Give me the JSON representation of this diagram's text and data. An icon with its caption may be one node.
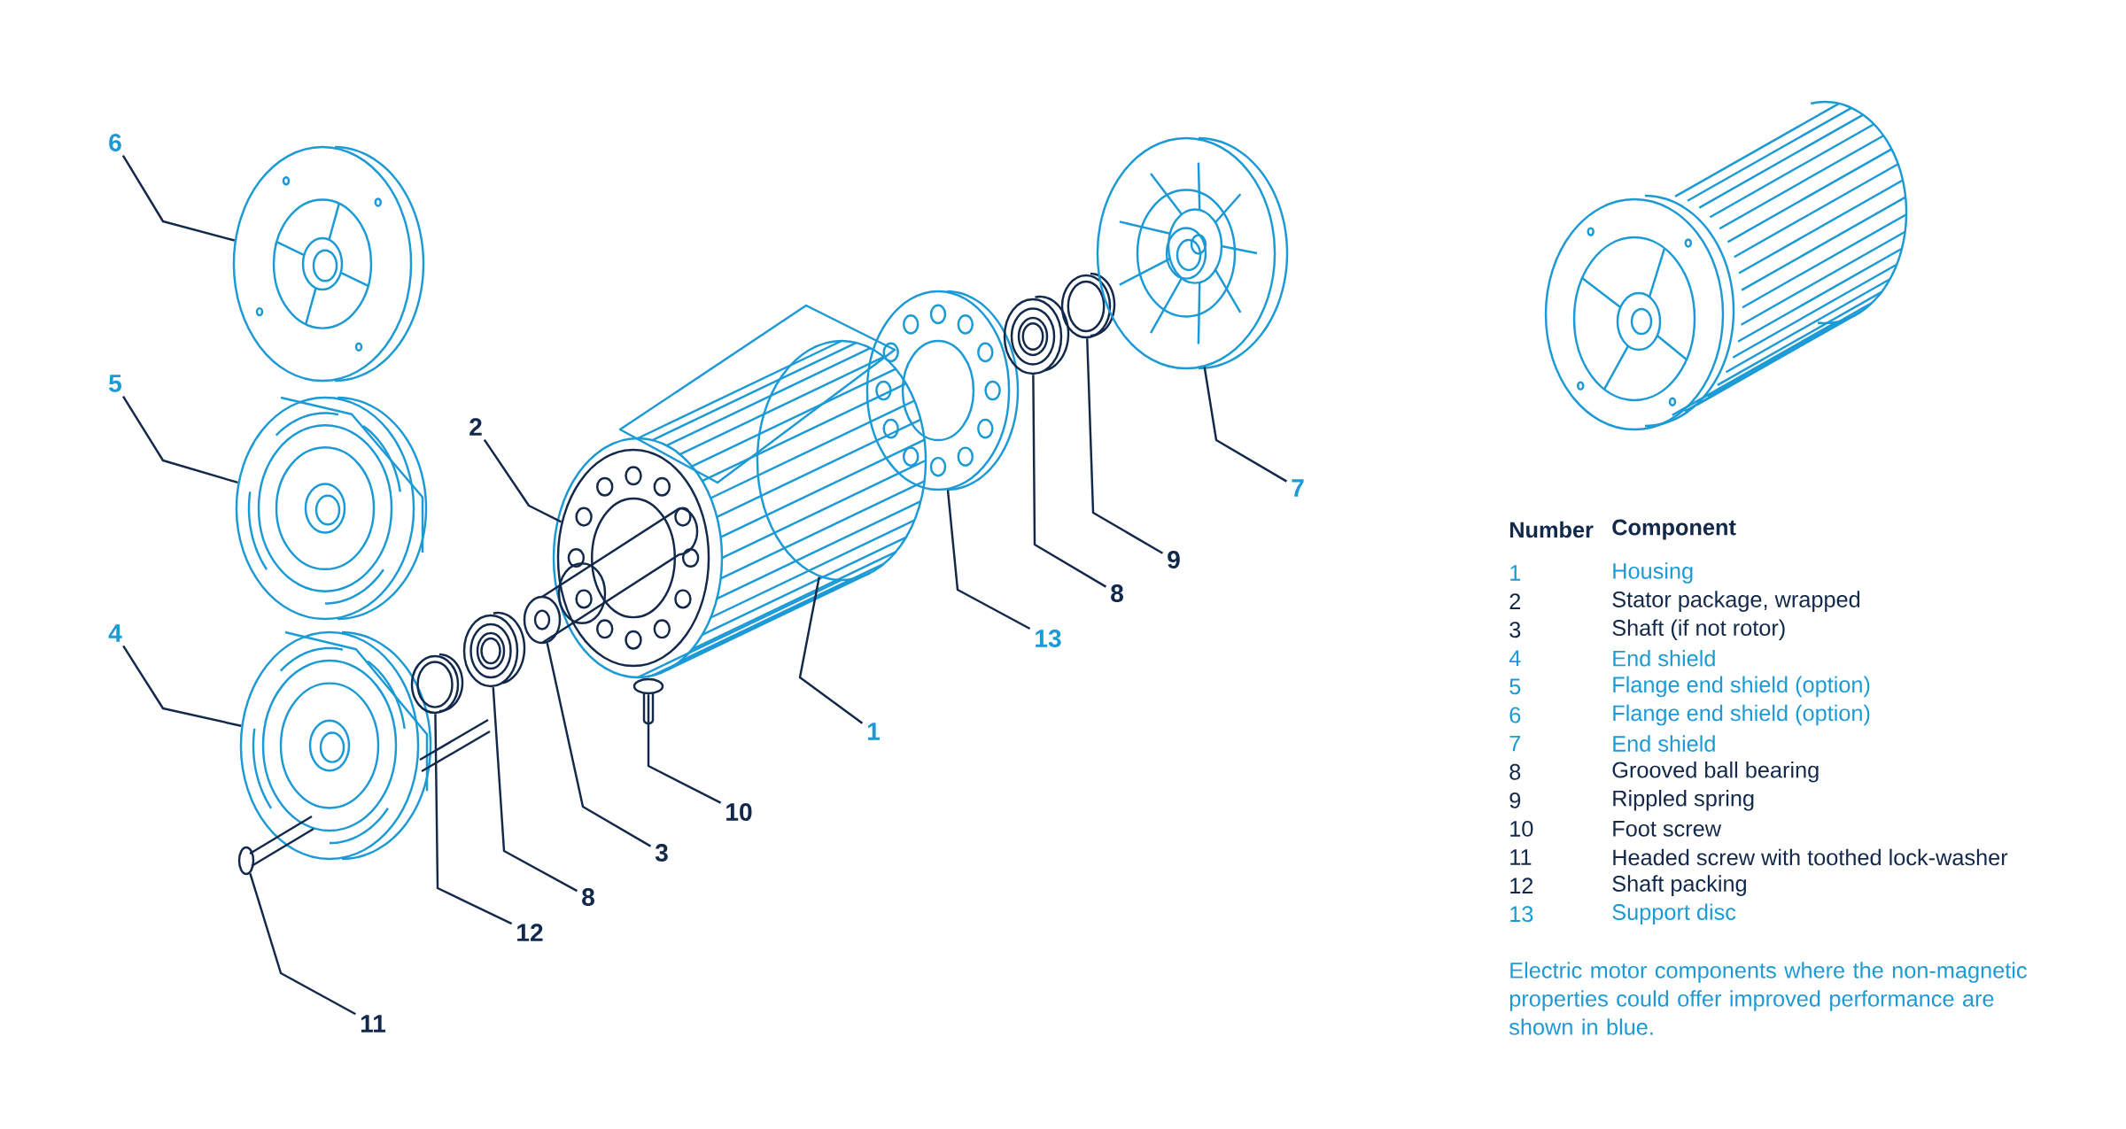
{
  "diagram": {
    "caption": "Electric motor components where the non-magnetic properties could offer improved performance are shown in blue.",
    "nodes": [
      {
        "text": [
          "6"
        ]
      },
      {
        "text": [],
        "shape": "picture"
      },
      {
        "text": [
          "5"
        ]
      },
      {
        "text": [],
        "shape": "picture"
      },
      {
        "text": [
          "4"
        ]
      },
      {
        "text": [],
        "shape": "picture"
      },
      {
        "text": [
          "2"
        ]
      },
      {
        "text": [],
        "shape": "picture",
        "in": 9
      },
      {
        "text": [
          "1"
        ]
      },
      {
        "text": [],
        "shape": "picture"
      },
      {
        "text": [
          "3"
        ]
      },
      {
        "text": [],
        "shape": "picture"
      },
      {
        "text": [
          "10"
        ]
      },
      {
        "text": [],
        "shape": "picture"
      },
      {
        "text": [
          "12"
        ]
      },
      {
        "text": [],
        "shape": "picture"
      },
      {
        "text": [
          "8"
        ]
      },
      {
        "text": [],
        "shape": "picture"
      },
      {
        "text": [
          "11"
        ]
      },
      {
        "text": [],
        "shape": "picture"
      },
      {
        "text": [
          "13"
        ]
      },
      {
        "text": [],
        "shape": "picture"
      },
      {
        "text": [
          "8"
        ]
      },
      {
        "text": [],
        "shape": "picture"
      },
      {
        "text": [
          "9"
        ]
      },
      {
        "text": [],
        "shape": "picture"
      },
      {
        "text": [
          "7"
        ]
      },
      {
        "text": [],
        "shape": "picture"
      }
    ],
    "edges": [
      {
        "from": 0,
        "to": 1,
        "arrow": "none"
      },
      {
        "from": 2,
        "to": 3,
        "arrow": "none"
      },
      {
        "from": 4,
        "to": 5,
        "arrow": "none"
      },
      {
        "from": 6,
        "to": 7,
        "arrow": "none"
      },
      {
        "from": 8,
        "to": 9,
        "arrow": "none"
      },
      {
        "from": 10,
        "to": 11,
        "arrow": "none"
      },
      {
        "from": 12,
        "to": 13,
        "arrow": "none"
      },
      {
        "from": 14,
        "to": 15,
        "arrow": "none"
      },
      {
        "from": 16,
        "to": 17,
        "arrow": "none"
      },
      {
        "from": 18,
        "to": 19,
        "arrow": "none"
      },
      {
        "from": 20,
        "to": 21,
        "arrow": "none"
      },
      {
        "from": 22,
        "to": 23,
        "arrow": "none"
      },
      {
        "from": 24,
        "to": 25,
        "arrow": "none"
      },
      {
        "from": 26,
        "to": 27,
        "arrow": "none"
      }
    ],
    "labels": [
      "Number",
      "Component",
      "1",
      "Housing",
      "2",
      "Stator package, wrapped",
      "3",
      "Shaft (if not rotor)",
      "4",
      "End shield",
      "5",
      "Flange end shield (option)",
      "6",
      "Flange end shield (option)",
      "7",
      "End shield",
      "8",
      "Grooved ball bearing",
      "9",
      "Rippled spring",
      "10",
      "Foot screw",
      "11",
      "Headed screw with toothed lock-washer",
      "12",
      "Shaft packing",
      "13",
      "Support disc"
    ]
  }
}
